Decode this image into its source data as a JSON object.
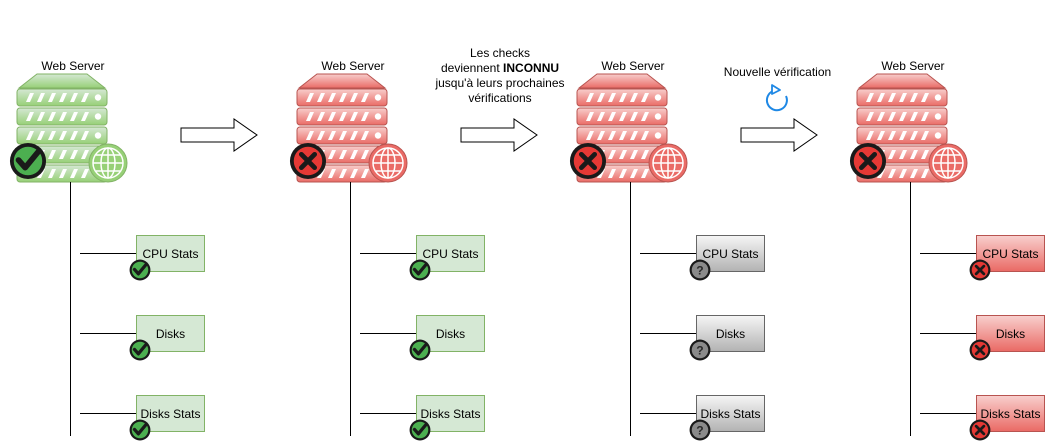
{
  "stages": [
    {
      "server_label": "Web Server",
      "server_state": "ok",
      "server_color": "#97d077",
      "status_icon": "check-icon",
      "checks": [
        {
          "label": "CPU Stats",
          "state": "ok",
          "icon": "check-icon"
        },
        {
          "label": "Disks",
          "state": "ok",
          "icon": "check-icon"
        },
        {
          "label": "Disks Stats",
          "state": "ok",
          "icon": "check-icon"
        }
      ]
    },
    {
      "server_label": "Web Server",
      "server_state": "critical",
      "server_color": "#ea6b66",
      "status_icon": "cross-icon",
      "checks": [
        {
          "label": "CPU Stats",
          "state": "ok",
          "icon": "check-icon"
        },
        {
          "label": "Disks",
          "state": "ok",
          "icon": "check-icon"
        },
        {
          "label": "Disks Stats",
          "state": "ok",
          "icon": "check-icon"
        }
      ]
    },
    {
      "server_label": "Web Server",
      "server_state": "critical",
      "server_color": "#ea6b66",
      "status_icon": "cross-icon",
      "checks": [
        {
          "label": "CPU Stats",
          "state": "unknown",
          "icon": "question-icon"
        },
        {
          "label": "Disks",
          "state": "unknown",
          "icon": "question-icon"
        },
        {
          "label": "Disks Stats",
          "state": "unknown",
          "icon": "question-icon"
        }
      ]
    },
    {
      "server_label": "Web Server",
      "server_state": "critical",
      "server_color": "#ea6b66",
      "status_icon": "cross-icon",
      "checks": [
        {
          "label": "CPU Stats",
          "state": "critical",
          "icon": "cross-icon"
        },
        {
          "label": "Disks",
          "state": "critical",
          "icon": "cross-icon"
        },
        {
          "label": "Disks Stats",
          "state": "critical",
          "icon": "cross-icon"
        }
      ]
    }
  ],
  "transitions": [
    {
      "note": ""
    },
    {
      "note_line1": "Les checks",
      "note_line2_pre": "deviennent ",
      "note_line2_bold": "INCONNU",
      "note_line3": "jusqu'à leurs prochaines",
      "note_line4": "vérifications"
    },
    {
      "note": "Nouvelle vérification",
      "icon": "refresh-icon",
      "icon_color": "#1e88e5"
    }
  ],
  "colors": {
    "ok_fill": "#d5e8d4",
    "ok_stroke": "#82b366",
    "critical_fill": "#f8cecc",
    "critical_stroke": "#b85450",
    "unknown_fill": "#f5f5f5",
    "unknown_stroke": "#666666"
  }
}
